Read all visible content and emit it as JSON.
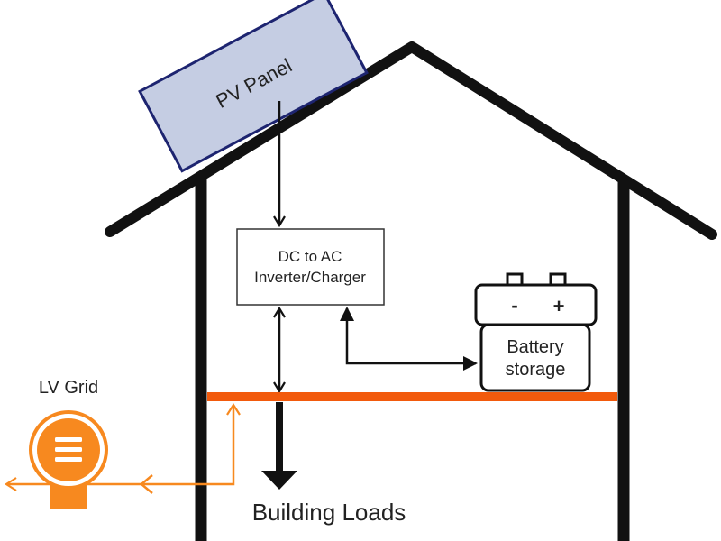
{
  "pv_panel": {
    "label": "PV Panel"
  },
  "inverter": {
    "line1": "DC to AC",
    "line2": "Inverter/Charger"
  },
  "battery": {
    "minus": "-",
    "plus": "+",
    "line1": "Battery",
    "line2": "storage"
  },
  "grid": {
    "label": "LV Grid"
  },
  "loads": {
    "label": "Building Loads"
  },
  "colors": {
    "structure": "#111111",
    "bus": "#f25a0c",
    "grid": "#f7891f",
    "pv_fill": "#c5cde3",
    "pv_stroke": "#1d2470"
  }
}
